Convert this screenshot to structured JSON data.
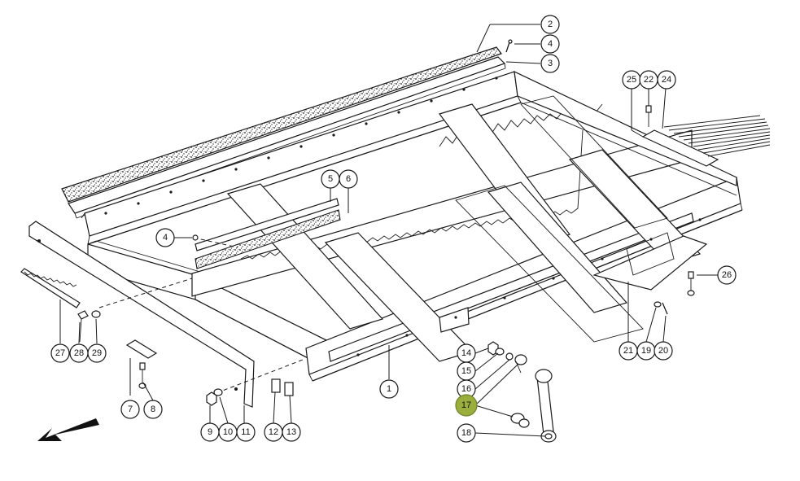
{
  "diagram": {
    "callouts": [
      {
        "id": "c2",
        "label": "2",
        "highlight": false
      },
      {
        "id": "c4a",
        "label": "4",
        "highlight": false
      },
      {
        "id": "c3",
        "label": "3",
        "highlight": false
      },
      {
        "id": "c25",
        "label": "25",
        "highlight": false
      },
      {
        "id": "c22",
        "label": "22",
        "highlight": false
      },
      {
        "id": "c24",
        "label": "24",
        "highlight": false
      },
      {
        "id": "c5",
        "label": "5",
        "highlight": false
      },
      {
        "id": "c6",
        "label": "6",
        "highlight": false
      },
      {
        "id": "c4b",
        "label": "4",
        "highlight": false
      },
      {
        "id": "c26",
        "label": "26",
        "highlight": false
      },
      {
        "id": "c27",
        "label": "27",
        "highlight": false
      },
      {
        "id": "c28",
        "label": "28",
        "highlight": false
      },
      {
        "id": "c29",
        "label": "29",
        "highlight": false
      },
      {
        "id": "c14",
        "label": "14",
        "highlight": false
      },
      {
        "id": "c15",
        "label": "15",
        "highlight": false
      },
      {
        "id": "c16",
        "label": "16",
        "highlight": false
      },
      {
        "id": "c17",
        "label": "17",
        "highlight": true
      },
      {
        "id": "c18",
        "label": "18",
        "highlight": false
      },
      {
        "id": "c1",
        "label": "1",
        "highlight": false
      },
      {
        "id": "c21",
        "label": "21",
        "highlight": false
      },
      {
        "id": "c19",
        "label": "19",
        "highlight": false
      },
      {
        "id": "c20",
        "label": "20",
        "highlight": false
      },
      {
        "id": "c7",
        "label": "7",
        "highlight": false
      },
      {
        "id": "c8",
        "label": "8",
        "highlight": false
      },
      {
        "id": "c9",
        "label": "9",
        "highlight": false
      },
      {
        "id": "c10",
        "label": "10",
        "highlight": false
      },
      {
        "id": "c11",
        "label": "11",
        "highlight": false
      },
      {
        "id": "c12",
        "label": "12",
        "highlight": false
      },
      {
        "id": "c13",
        "label": "13",
        "highlight": false
      }
    ],
    "colors": {
      "line": "#1a1a1a",
      "highlight": "#9aae3e",
      "background": "#ffffff"
    },
    "icons": {
      "direction_arrow": "arrow-down-left-icon"
    }
  }
}
